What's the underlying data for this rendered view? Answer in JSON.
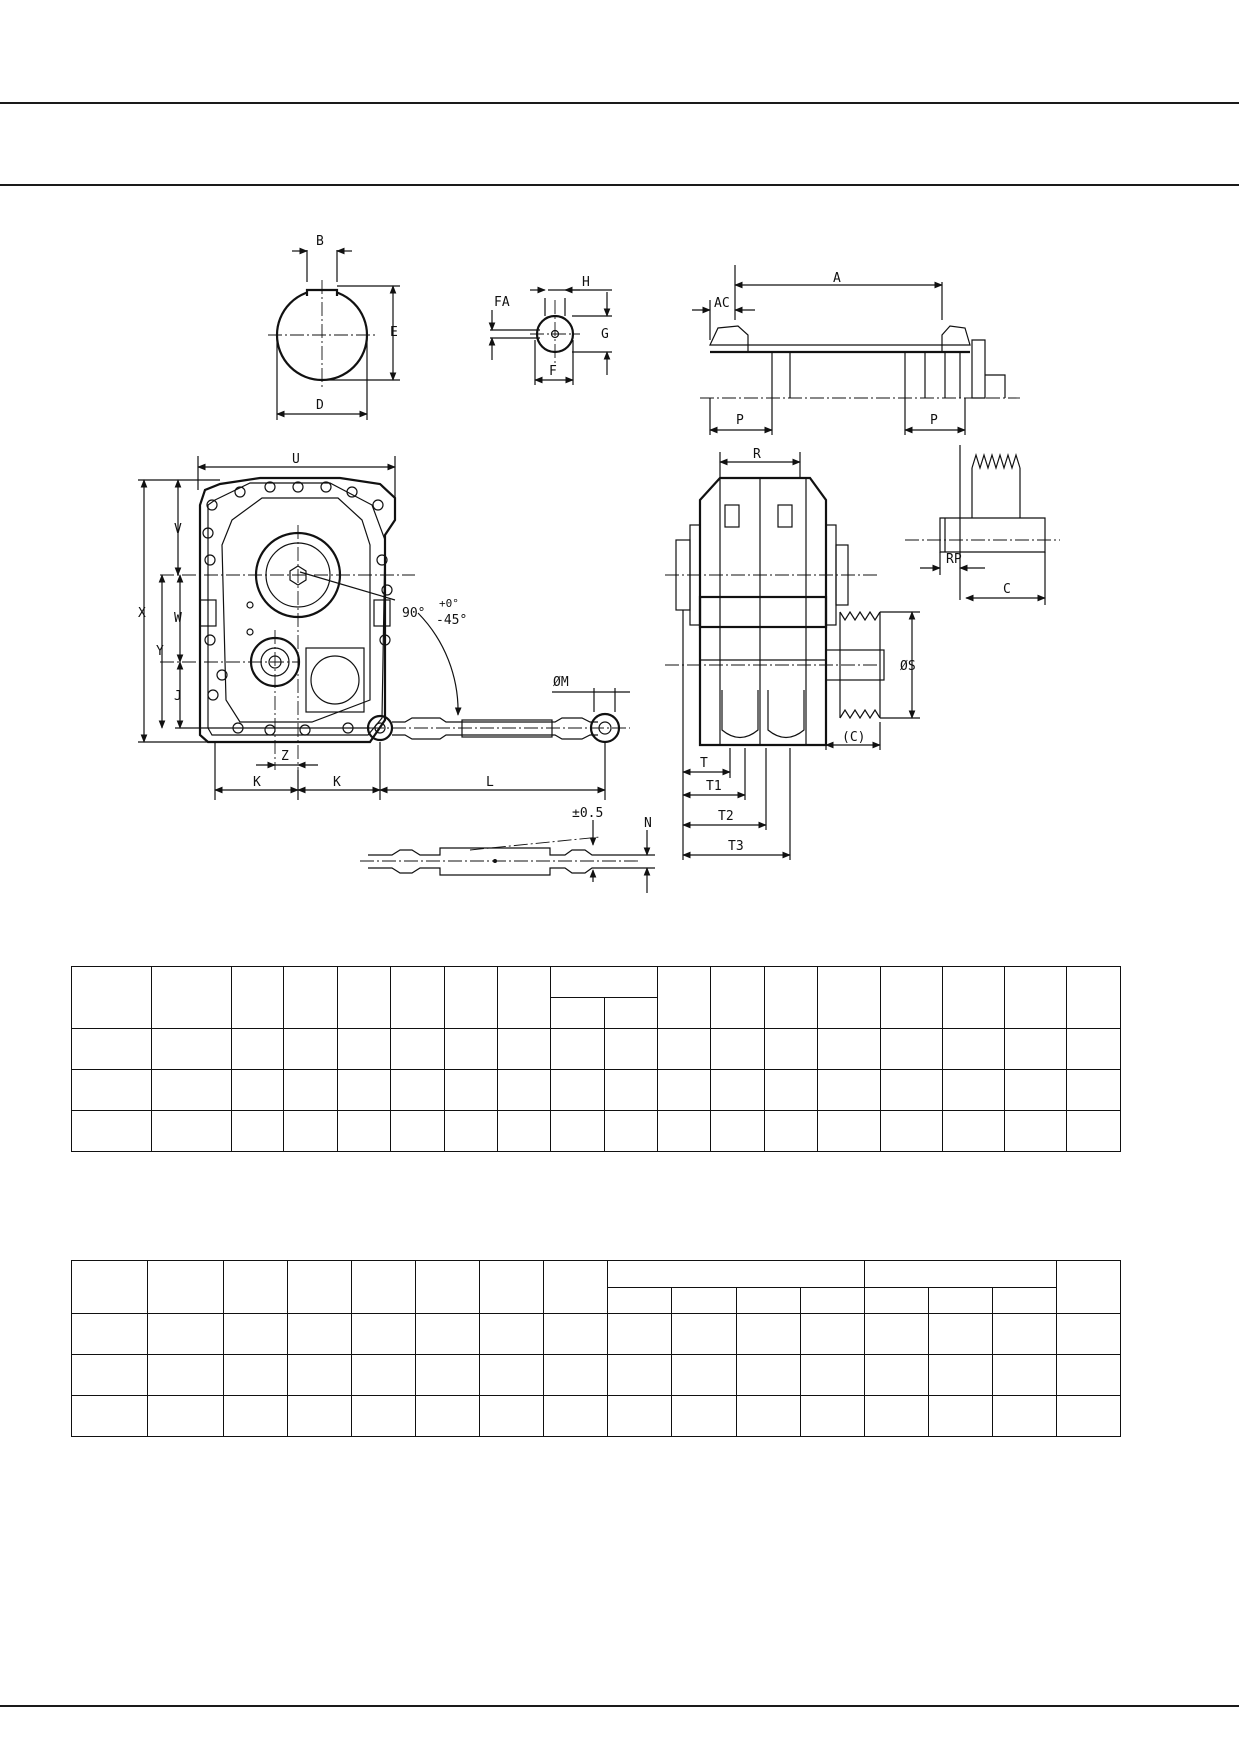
{
  "drawing": {
    "labels": {
      "B": "B",
      "D": "D",
      "E": "E",
      "FA": "FA",
      "H": "H",
      "G": "G",
      "F": "F",
      "A": "A",
      "AC": "AC",
      "P": "P",
      "U": "U",
      "V": "V",
      "X": "X",
      "W": "W",
      "Y": "Y",
      "J": "J",
      "Z": "Z",
      "K": "K",
      "L": "L",
      "M": "ØM",
      "angle": "90°",
      "angle_tol_upper": "+0°",
      "angle_tol_lower": "-45°",
      "R": "R",
      "S": "ØS",
      "C_paren": "(C)",
      "T": "T",
      "T1": "T1",
      "T2": "T2",
      "T3": "T3",
      "RP": "RP",
      "C": "C",
      "tol": "±0.5",
      "N": "N"
    }
  }
}
